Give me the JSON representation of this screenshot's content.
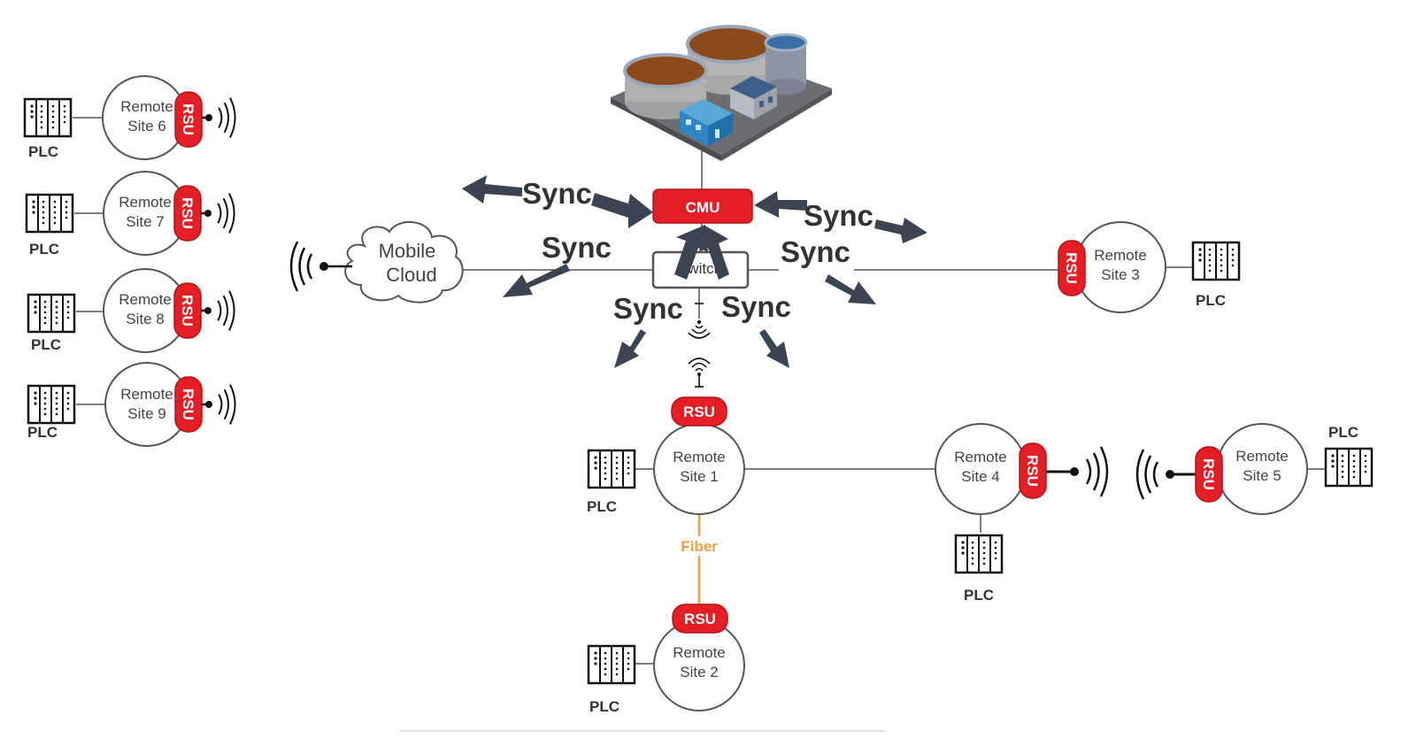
{
  "colors": {
    "rsu_red": "#e31e24",
    "arrow": "#3b4450",
    "fiber": "#f0a040",
    "line": "#555555"
  },
  "cmu": {
    "label": "CMU"
  },
  "switch": {
    "label": "Switch"
  },
  "cloud": {
    "line1": "Mobile",
    "line2": "Cloud"
  },
  "fiber": {
    "label": "Fiber"
  },
  "sync_label": "Sync",
  "rsu_label": "RSU",
  "plc_label": "PLC",
  "sites": [
    {
      "id": "site1",
      "line1": "Remote",
      "line2": "Site 1"
    },
    {
      "id": "site2",
      "line1": "Remote",
      "line2": "Site 2"
    },
    {
      "id": "site3",
      "line1": "Remote",
      "line2": "Site 3"
    },
    {
      "id": "site4",
      "line1": "Remote",
      "line2": "Site 4"
    },
    {
      "id": "site5",
      "line1": "Remote",
      "line2": "Site 5"
    },
    {
      "id": "site6",
      "line1": "Remote",
      "line2": "Site 6"
    },
    {
      "id": "site7",
      "line1": "Remote",
      "line2": "Site 7"
    },
    {
      "id": "site8",
      "line1": "Remote",
      "line2": "Site 8"
    },
    {
      "id": "site9",
      "line1": "Remote",
      "line2": "Site 9"
    }
  ],
  "icons": {
    "plant": "water-treatment-plant-icon",
    "plc": "plc-rack-icon",
    "antenna": "radio-wave-icon",
    "wifi": "wireless-signal-icon"
  }
}
